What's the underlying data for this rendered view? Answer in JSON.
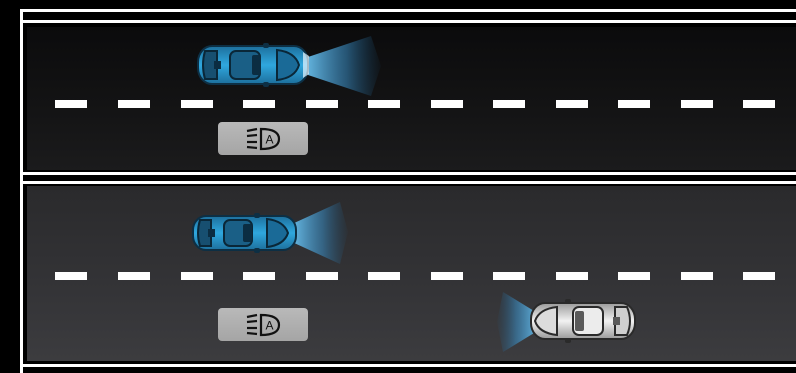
{
  "diagram": {
    "scenes": [
      {
        "name": "no-oncoming-traffic",
        "headlamp_indicator": {
          "icon": "auto-headlamp-icon",
          "letter": "A"
        },
        "vehicles": [
          {
            "role": "own-vehicle",
            "color": "#2aa3d9",
            "heading": "right",
            "beam": "high"
          }
        ]
      },
      {
        "name": "oncoming-vehicle",
        "headlamp_indicator": {
          "icon": "auto-headlamp-icon",
          "letter": "A"
        },
        "vehicles": [
          {
            "role": "own-vehicle",
            "color": "#2aa3d9",
            "heading": "right",
            "beam": "low"
          },
          {
            "role": "oncoming-vehicle",
            "color": "#e6e6e6",
            "heading": "left",
            "beam": "low"
          }
        ]
      }
    ],
    "colors": {
      "road_top": "#121213",
      "road_bottom": "#343437",
      "lane_marking": "#ffffff",
      "beam": "#5fb9ea",
      "indicator": "#b0b0b0"
    }
  }
}
